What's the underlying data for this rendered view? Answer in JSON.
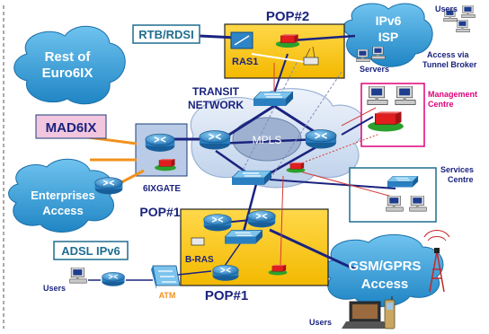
{
  "labels": {
    "rtb": "RTB/RDSI",
    "pop2": "POP#2",
    "ras1": "RAS1",
    "ipv6_line1": "IPv6",
    "ipv6_line2": "ISP",
    "users_top": "Users",
    "servers": "Servers",
    "access_via_line1": "Access via",
    "access_via_line2": "Tunnel Broker",
    "rest_line1": "Rest of",
    "rest_line2": "Euro6IX",
    "mad6ix": "MAD6IX",
    "transit_line1": "TRANSIT",
    "transit_line2": "NETWORK",
    "mgmt_line1": "Management",
    "mgmt_line2": "Centre",
    "mpls": "MPLS",
    "services_line1": "Services",
    "services_line2": "Centre",
    "gate": "6IXGATE",
    "ent_line1": "Enterprises",
    "ent_line2": "Access",
    "pop1_upper": "POP#1",
    "adsl": "ADSL IPv6",
    "bras": "B-RAS",
    "users_left": "Users",
    "atm": "ATM",
    "pop1_lower": "POP#1",
    "gsm_line1": "GSM/GPRS",
    "gsm_line2": "Access",
    "users_bottom": "Users"
  },
  "colors": {
    "cloud_blue": "#2f9bd6",
    "pop_yellow": "#f7c600",
    "router_blue": "#2e84c6",
    "label_box_fill": "#f2c6de",
    "mgmt_text": "#e0007a",
    "link_dark": "#1a237e",
    "link_orange": "#f0921e",
    "link_red": "#d63a3a"
  },
  "icons": [
    "router-icon",
    "switch-icon",
    "firewall-icon",
    "pc-icon",
    "server-icon",
    "laptop-icon",
    "phone-icon",
    "antenna-icon",
    "atm-switch-icon",
    "modem-icon"
  ]
}
